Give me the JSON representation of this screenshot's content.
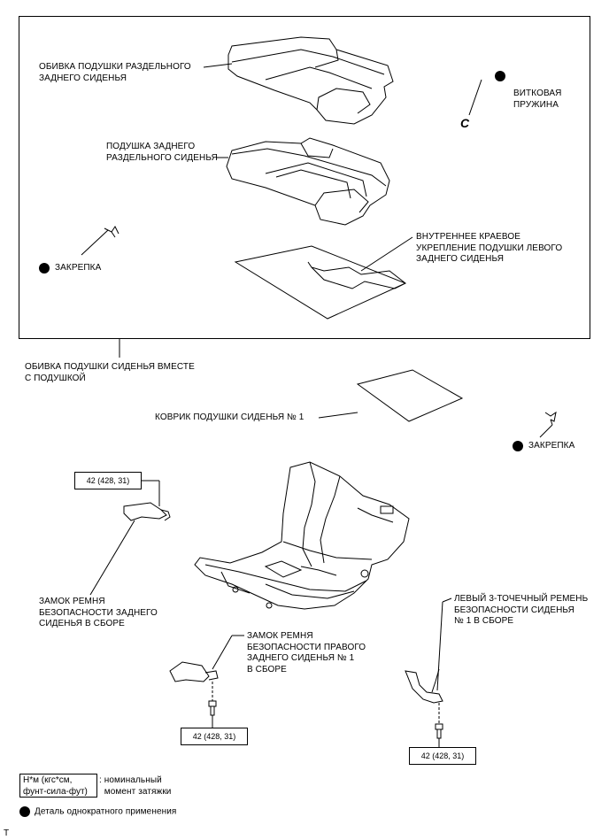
{
  "labels": {
    "seat_cushion_cover": "ОБИВКА ПОДУШКИ РАЗДЕЛЬНОГО\nЗАДНЕГО СИДЕНЬЯ",
    "coil_spring": "ВИТКОВАЯ\nПРУЖИНА",
    "coil_spring_letter": "C",
    "rear_cushion": "ПОДУШКА ЗАДНЕГО\nРАЗДЕЛЬНОГО СИДЕНЬЯ",
    "clip_left": "ЗАКРЕПКА",
    "inner_edge": "ВНУТРЕННЕЕ КРАЕВОЕ\nУКРЕПЛЕНИЕ ПОДУШКИ ЛЕВОГО\nЗАДНЕГО СИДЕНЬЯ",
    "cover_with_pad": "ОБИВКА ПОДУШКИ СИДЕНЬЯ ВМЕСТЕ\nС ПОДУШКОЙ",
    "mat": "КОВРИК ПОДУШКИ СИДЕНЬЯ № 1",
    "clip_right": "ЗАКРЕПКА",
    "buckle_rear": "ЗАМОК РЕМНЯ\nБЕЗОПАСНОСТИ ЗАДНЕГО\nСИДЕНЬЯ В СБОРЕ",
    "buckle_right": "ЗАМОК РЕМНЯ\nБЕЗОПАСНОСТИ ПРАВОГО\nЗАДНЕГО СИДЕНЬЯ № 1\nВ СБОРЕ",
    "belt_left": "ЛЕВЫЙ 3-ТОЧЕЧНЫЙ РЕМЕНЬ\nБЕЗОПАСНОСТИ СИДЕНЬЯ\n№ 1 В СБОРЕ"
  },
  "torque": {
    "top_left": "42 (428, 31)",
    "bottom_middle": "42 (428, 31)",
    "bottom_right": "42 (428, 31)"
  },
  "legend": {
    "unit_box": "Н*м (кгс*см,\nфунт-сила-фут)",
    "unit_desc": ": номинальный\n  момент затяжки",
    "single_use": "Деталь однократного применения"
  },
  "footer": {
    "mark": "T"
  }
}
